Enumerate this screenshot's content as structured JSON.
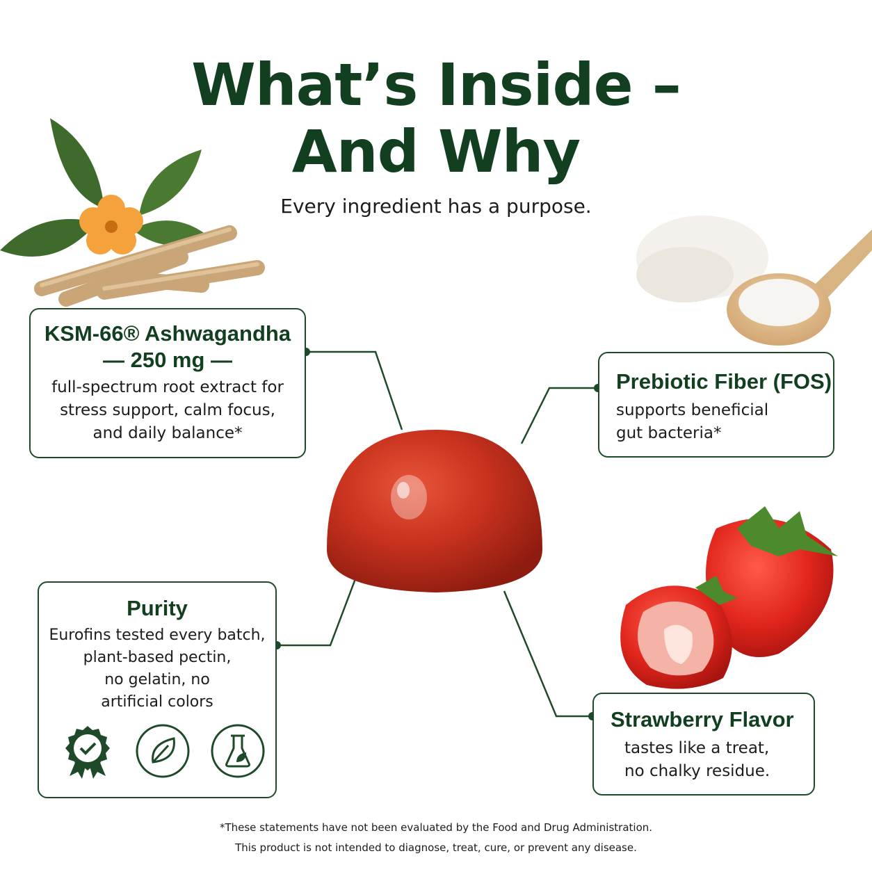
{
  "header": {
    "title_line1": "What’s Inside –",
    "title_line2": "And Why",
    "subtitle": "Every ingredient has a purpose."
  },
  "cards": {
    "ashwagandha": {
      "title": "KSM-66® Ashwagandha",
      "dose": "— 250 mg —",
      "line1": "full-spectrum root extract for",
      "line2": "stress support, calm focus,",
      "line3": "and daily balance*"
    },
    "prebiotic": {
      "title": "Prebiotic Fiber (FOS)",
      "line1": "supports beneficial",
      "line2": "gut bacteria*"
    },
    "purity": {
      "title": "Purity",
      "line1": "Eurofins tested every batch,",
      "line2": "plant-based pectin,",
      "line3": "no gelatin, no",
      "line4": "artificial colors",
      "icons": [
        "certified-seal-icon",
        "leaf-icon",
        "lab-flask-leaf-icon"
      ]
    },
    "strawberry": {
      "title": "Strawberry Flavor",
      "line1": "tastes like a treat,",
      "line2": "no chalky residue."
    }
  },
  "illustrations": [
    "ashwagandha-root-flower",
    "fiber-powder-spoon",
    "red-gummy",
    "strawberries"
  ],
  "colors": {
    "brand_green": "#123f1f",
    "border_green": "#1e4a2a",
    "gummy_red": "#c8321e"
  },
  "disclaimer": {
    "line1": "*These statements have not been evaluated by the Food and Drug Administration.",
    "line2": "This product is not intended to diagnose, treat, cure, or prevent any disease."
  }
}
